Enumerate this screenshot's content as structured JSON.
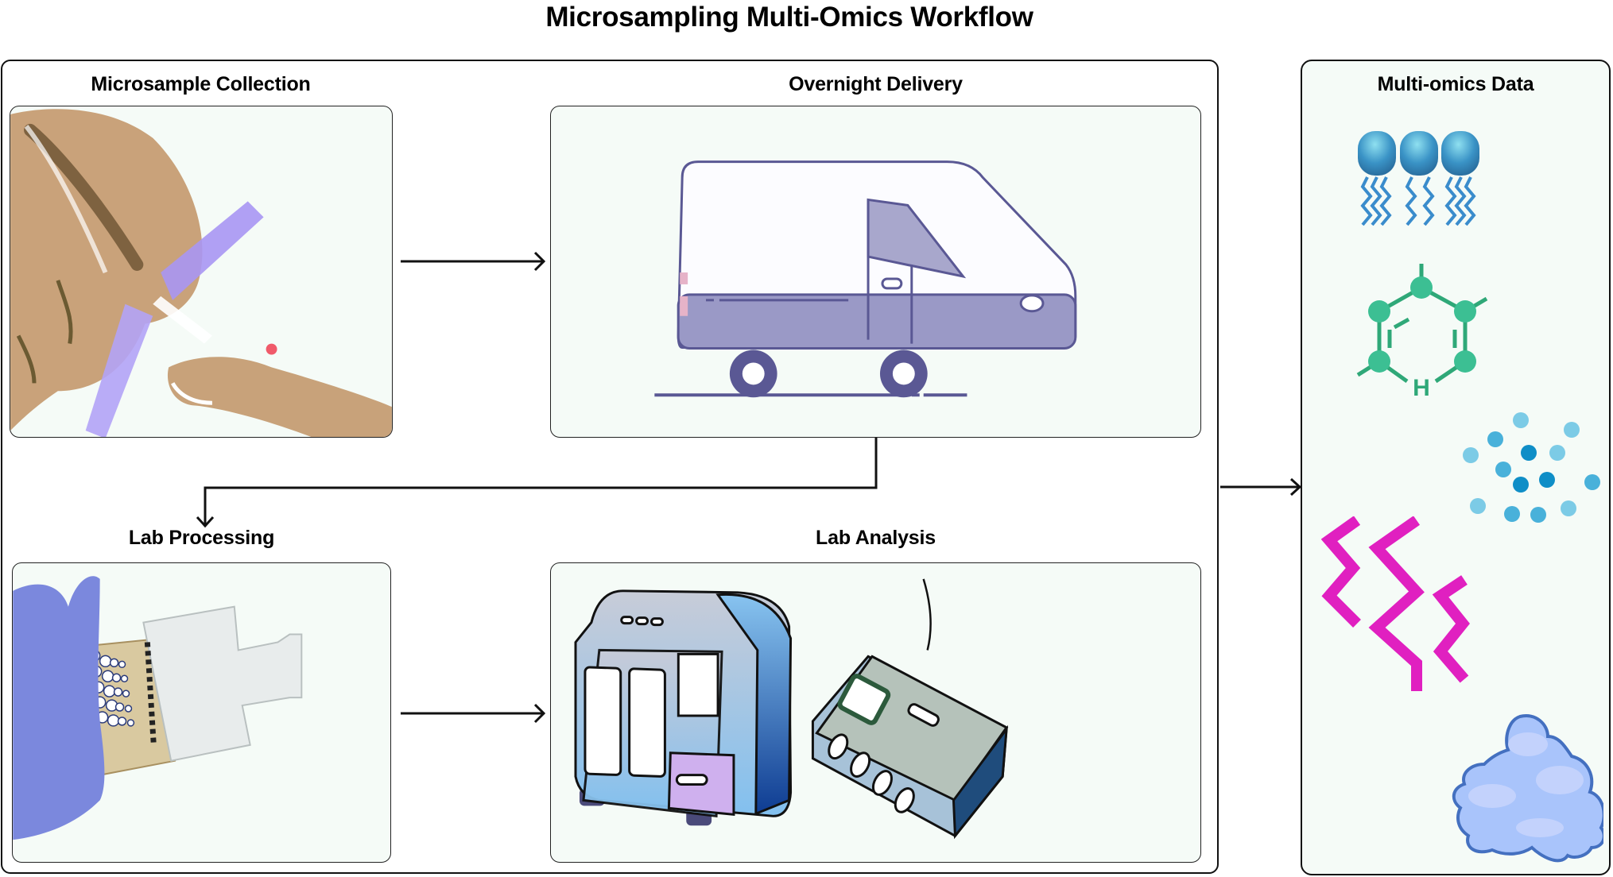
{
  "title": "Microsampling Multi-Omics Workflow",
  "steps": [
    {
      "label": "Microsample Collection",
      "illustration": "finger-prick-microsampler"
    },
    {
      "label": "Overnight Delivery",
      "illustration": "delivery-van"
    },
    {
      "label": "Lab Processing",
      "illustration": "multichannel-pipette-plate"
    },
    {
      "label": "Lab Analysis",
      "illustration": "lab-analyzer-instruments"
    }
  ],
  "output": {
    "label": "Multi-omics Data",
    "items": [
      {
        "name": "lipids",
        "icon": "lipid-molecules-icon"
      },
      {
        "name": "metabolites",
        "icon": "metabolite-ring-icon"
      },
      {
        "name": "small-molecules",
        "icon": "molecule-dots-icon"
      },
      {
        "name": "nucleic-acids",
        "icon": "zigzag-strands-icon"
      },
      {
        "name": "proteins",
        "icon": "protein-blob-icon"
      }
    ]
  },
  "colors": {
    "panel_bg": "#f5fbf7",
    "lipid": "#3a93c6",
    "metabolite": "#2fa878",
    "dots": "#4fb8dc",
    "strands": "#e020c0",
    "protein": "#a9c4fb",
    "protein_outline": "#4470c0"
  }
}
